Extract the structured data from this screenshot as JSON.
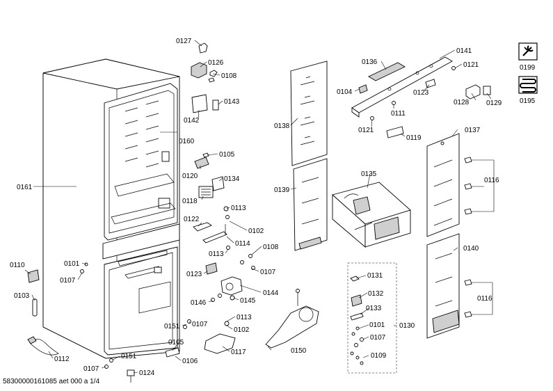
{
  "labels": {
    "l0127": "0127",
    "l0126": "0126",
    "l0108a": "0108",
    "l0143": "0143",
    "l0142": "0142",
    "l0160": "0160",
    "l0105a": "0105",
    "l0120": "0120",
    "l0134": "0134",
    "l0118": "0118",
    "l0161": "0161",
    "l0113a": "0113",
    "l0122": "0122",
    "l0102a": "0102",
    "l0114": "0114",
    "l0113b": "0113",
    "l0108b": "0108",
    "l0107a": "0107",
    "l0123a": "0123",
    "l0144": "0144",
    "l0146": "0146",
    "l0145": "0145",
    "l0110": "0110",
    "l0101a": "0101",
    "l0107b": "0107",
    "l0103": "0103",
    "l0151a": "0151",
    "l0107c": "0107",
    "l0113c": "0113",
    "l0102b": "0102",
    "l0105b": "0105",
    "l0106": "0106",
    "l0117": "0117",
    "l0150": "0150",
    "l0112": "0112",
    "l0151b": "0151",
    "l0107d": "0107",
    "l0124": "0124",
    "l0138": "0138",
    "l0139": "0139",
    "l0136": "0136",
    "l0141": "0141",
    "l0121a": "0121",
    "l0104": "0104",
    "l0123b": "0123",
    "l0111": "0111",
    "l0121b": "0121",
    "l0119": "0119",
    "l0128": "0128",
    "l0129": "0129",
    "l0135": "0135",
    "l0137": "0137",
    "l0116a": "0116",
    "l0140": "0140",
    "l0116b": "0116",
    "l0131": "0131",
    "l0132": "0132",
    "l0133": "0133",
    "l0130": "0130",
    "l0101b": "0101",
    "l0107e": "0107",
    "l0109": "0109",
    "l0199": "0199",
    "l0195": "0195"
  },
  "icons": {
    "tools": "wrench-screwdriver-icon",
    "coil": "condenser-coil-icon"
  },
  "footer": "58300000161085 aet 000 a 1/4"
}
